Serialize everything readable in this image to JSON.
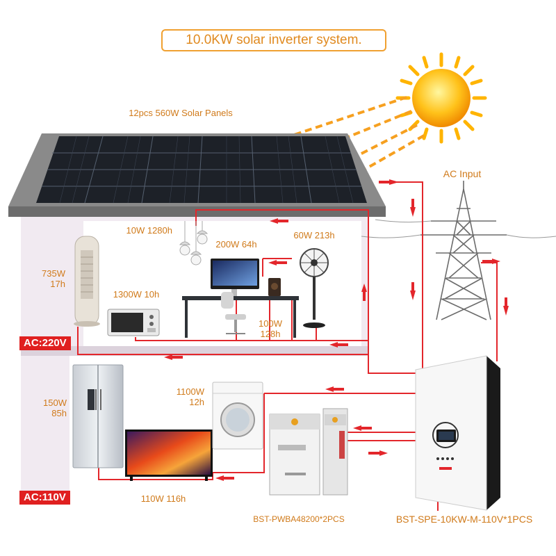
{
  "title": "10.0KW solar inverter system.",
  "panels_label": "12pcs 560W Solar Panels",
  "ac_input_label": "AC Input",
  "ac220_label": "AC:220V",
  "ac110_label": "AC:110V",
  "loads": {
    "lamp": "10W 1280h",
    "computer": "200W 64h",
    "fan": "60W 213h",
    "tower_fan_watt": "735W",
    "tower_fan_hours": "17h",
    "microwave": "1300W 10h",
    "speaker_watt": "100W",
    "speaker_hours": "128h",
    "fridge_watt": "150W",
    "fridge_hours": "85h",
    "washer_watt": "1100W",
    "washer_hours": "12h",
    "tv": "110W 116h"
  },
  "battery_label": "BST-PWBA48200*2PCS",
  "inverter_label": "BST-SPE-10KW-M-110V*1PCS",
  "colors": {
    "wire": "#e3262b",
    "label": "#d07a1a",
    "accent": "#f0a030"
  }
}
